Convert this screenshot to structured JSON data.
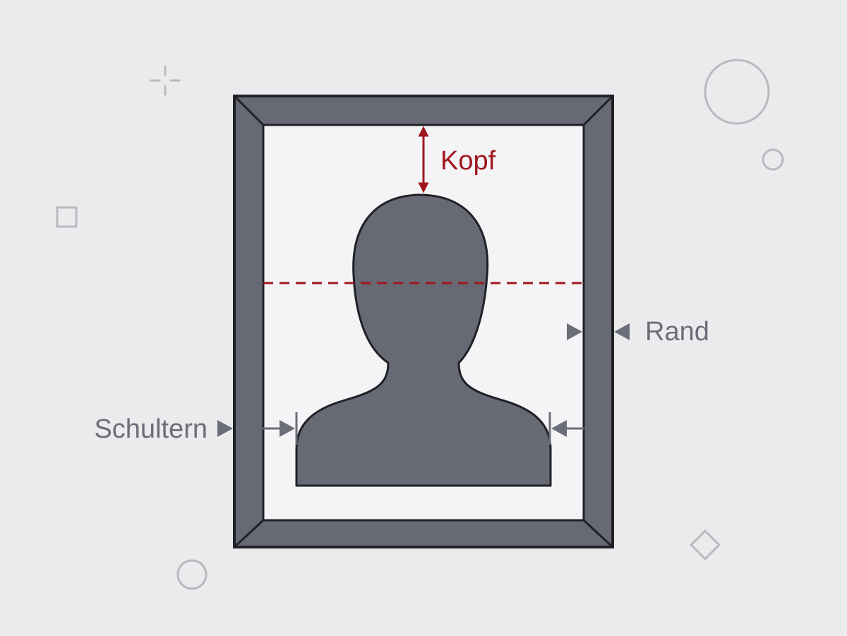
{
  "labels": {
    "head": "Kopf",
    "margin": "Rand",
    "shoulders": "Schultern"
  },
  "colors": {
    "background": "#ebebee",
    "frame": "#676a75",
    "mat": "#f4f4f7",
    "silhouette": "#676a75",
    "outline": "#1f2127",
    "accent": "#a0161f",
    "annotation": "#6b6e78",
    "decoration": "#b9b9be"
  },
  "icons": {
    "head_marker": "double-arrow-vertical-icon",
    "margin_marker": "inward-arrows-icon",
    "shoulders_marker": "inward-arrows-icon",
    "decorations": [
      "crosshair-icon",
      "circle-icon",
      "square-icon",
      "diamond-icon"
    ]
  }
}
